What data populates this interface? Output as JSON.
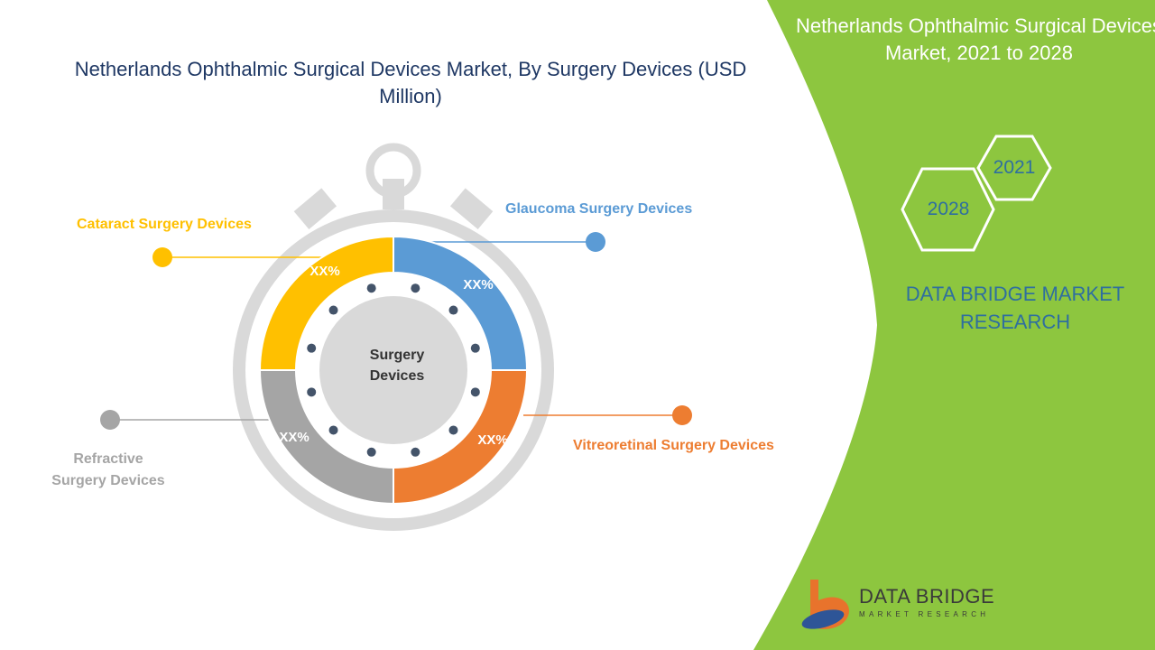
{
  "title": "Netherlands Ophthalmic Surgical Devices Market, By Surgery Devices (USD Million)",
  "side_panel": {
    "title": "Netherlands Ophthalmic Surgical Devices Market, 2021 to 2028",
    "hexagons": [
      "2021",
      "2028"
    ],
    "brand_research": "DATA BRIDGE MARKET RESEARCH",
    "accent_color": "#8dc63f"
  },
  "logo": {
    "name": "DATA BRIDGE",
    "tagline": "MARKET RESEARCH"
  },
  "chart_data": {
    "type": "pie",
    "center_label": "Surgery Devices",
    "segments": [
      {
        "label": "Glaucoma Surgery Devices",
        "value_label": "XX%",
        "color": "#5b9bd5"
      },
      {
        "label": "Vitreoretinal Surgery Devices",
        "value_label": "XX%",
        "color": "#ed7d31"
      },
      {
        "label": "Refractive Surgery Devices",
        "value_label": "XX%",
        "color": "#a5a5a5"
      },
      {
        "label": "Cataract Surgery Devices",
        "value_label": "XX%",
        "color": "#ffc000"
      }
    ]
  }
}
